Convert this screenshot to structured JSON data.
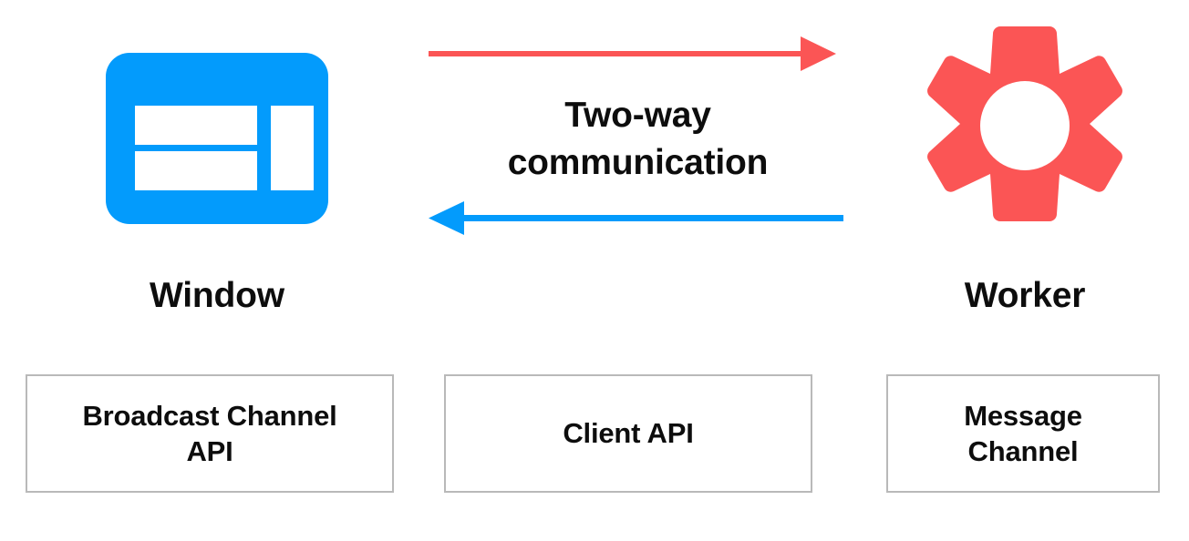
{
  "diagram": {
    "title": "Two-way communication between Window and Worker",
    "background": "#ffffff",
    "colors": {
      "window_blue": "#039bfc",
      "worker_red": "#fb5555",
      "box_border": "#b9b9b9",
      "text": "#0d0d0d"
    },
    "nodes": [
      {
        "id": "window",
        "icon": "browser-window-icon",
        "icon_color": "#039bfc",
        "label": "Window"
      },
      {
        "id": "worker",
        "icon": "gear-icon",
        "icon_color": "#fb5555",
        "label": "Worker"
      }
    ],
    "center_caption": "Two-way\ncommunication",
    "arrows": [
      {
        "id": "window-to-worker",
        "direction": "right",
        "color": "#fb5555",
        "from": "window",
        "to": "worker"
      },
      {
        "id": "worker-to-window",
        "direction": "left",
        "color": "#039bfc",
        "from": "worker",
        "to": "window"
      }
    ],
    "api_boxes": [
      {
        "id": "broadcast-channel-api",
        "label": "Broadcast Channel\nAPI"
      },
      {
        "id": "client-api",
        "label": "Client API"
      },
      {
        "id": "message-channel",
        "label": "Message\nChannel"
      }
    ]
  }
}
